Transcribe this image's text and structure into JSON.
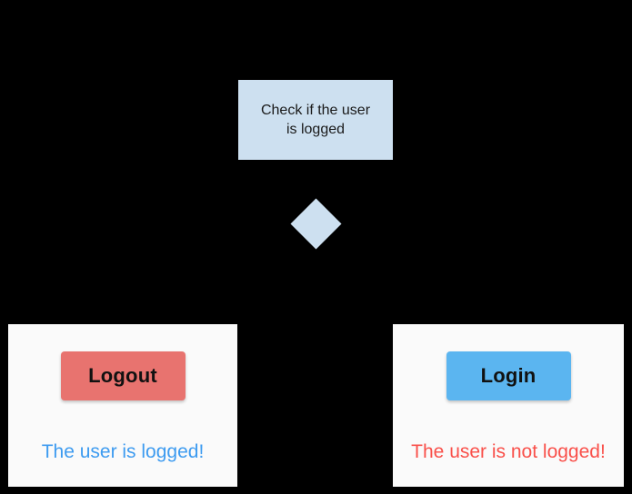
{
  "flow": {
    "process": {
      "label": "Check if the user\nis logged",
      "fill_color": "#CDE0F0",
      "text_color": "#1A1A1A"
    },
    "decision": {
      "label": "",
      "fill_color": "#CDE0F0",
      "icon": "diamond-decision-icon"
    }
  },
  "panels": {
    "left": {
      "button": {
        "label": "Logout",
        "color": "#E8736F",
        "text_color": "#111111"
      },
      "status": {
        "text": "The user is logged!",
        "color": "#3D9BF0"
      },
      "background": "#FAFAFA"
    },
    "right": {
      "button": {
        "label": "Login",
        "color": "#5BB5F0",
        "text_color": "#111111"
      },
      "status": {
        "text": "The user is not logged!",
        "color": "#F9504A"
      },
      "background": "#FAFAFA"
    }
  },
  "canvas": {
    "background": "#000000"
  }
}
